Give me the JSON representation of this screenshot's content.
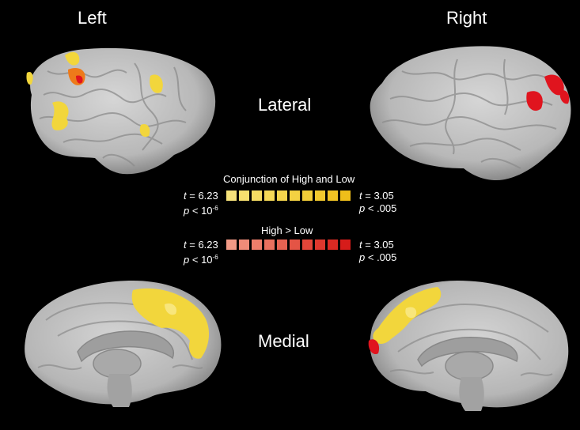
{
  "hemispheres": {
    "left": "Left",
    "right": "Right"
  },
  "views": {
    "lateral": "Lateral",
    "medial": "Medial"
  },
  "legend": [
    {
      "title": "Conjunction of High and Low",
      "max_t": "6.23",
      "max_p_prefix": "< 10",
      "max_p_exp": "-6",
      "min_t": "3.05",
      "min_p": "< .005",
      "swatch_colors": [
        "#f6e27a",
        "#f6df6f",
        "#f5dc63",
        "#f5d957",
        "#f4d54c",
        "#f3d142",
        "#f2cd38",
        "#f1c82e",
        "#f0c324",
        "#efbe1a"
      ]
    },
    {
      "title": "High > Low",
      "max_t": "6.23",
      "max_p_prefix": "< 10",
      "max_p_exp": "-6",
      "min_t": "3.05",
      "min_p": "< .005",
      "swatch_colors": [
        "#f29a86",
        "#ef8c78",
        "#ed7e6b",
        "#ea705e",
        "#e76251",
        "#e45445",
        "#e14639",
        "#de382e",
        "#da2a23",
        "#d61c1a"
      ]
    }
  ],
  "colors": {
    "background": "#000000",
    "cortex": "#bdbdbd",
    "cortex_shadow": "#7a7a7a",
    "conjunction": "#f2d63c",
    "high_gt_low": "#e0141e",
    "overlap": "#ee7a1a"
  },
  "stat_symbols": {
    "t": "t",
    "eq": " = ",
    "p": "p"
  }
}
